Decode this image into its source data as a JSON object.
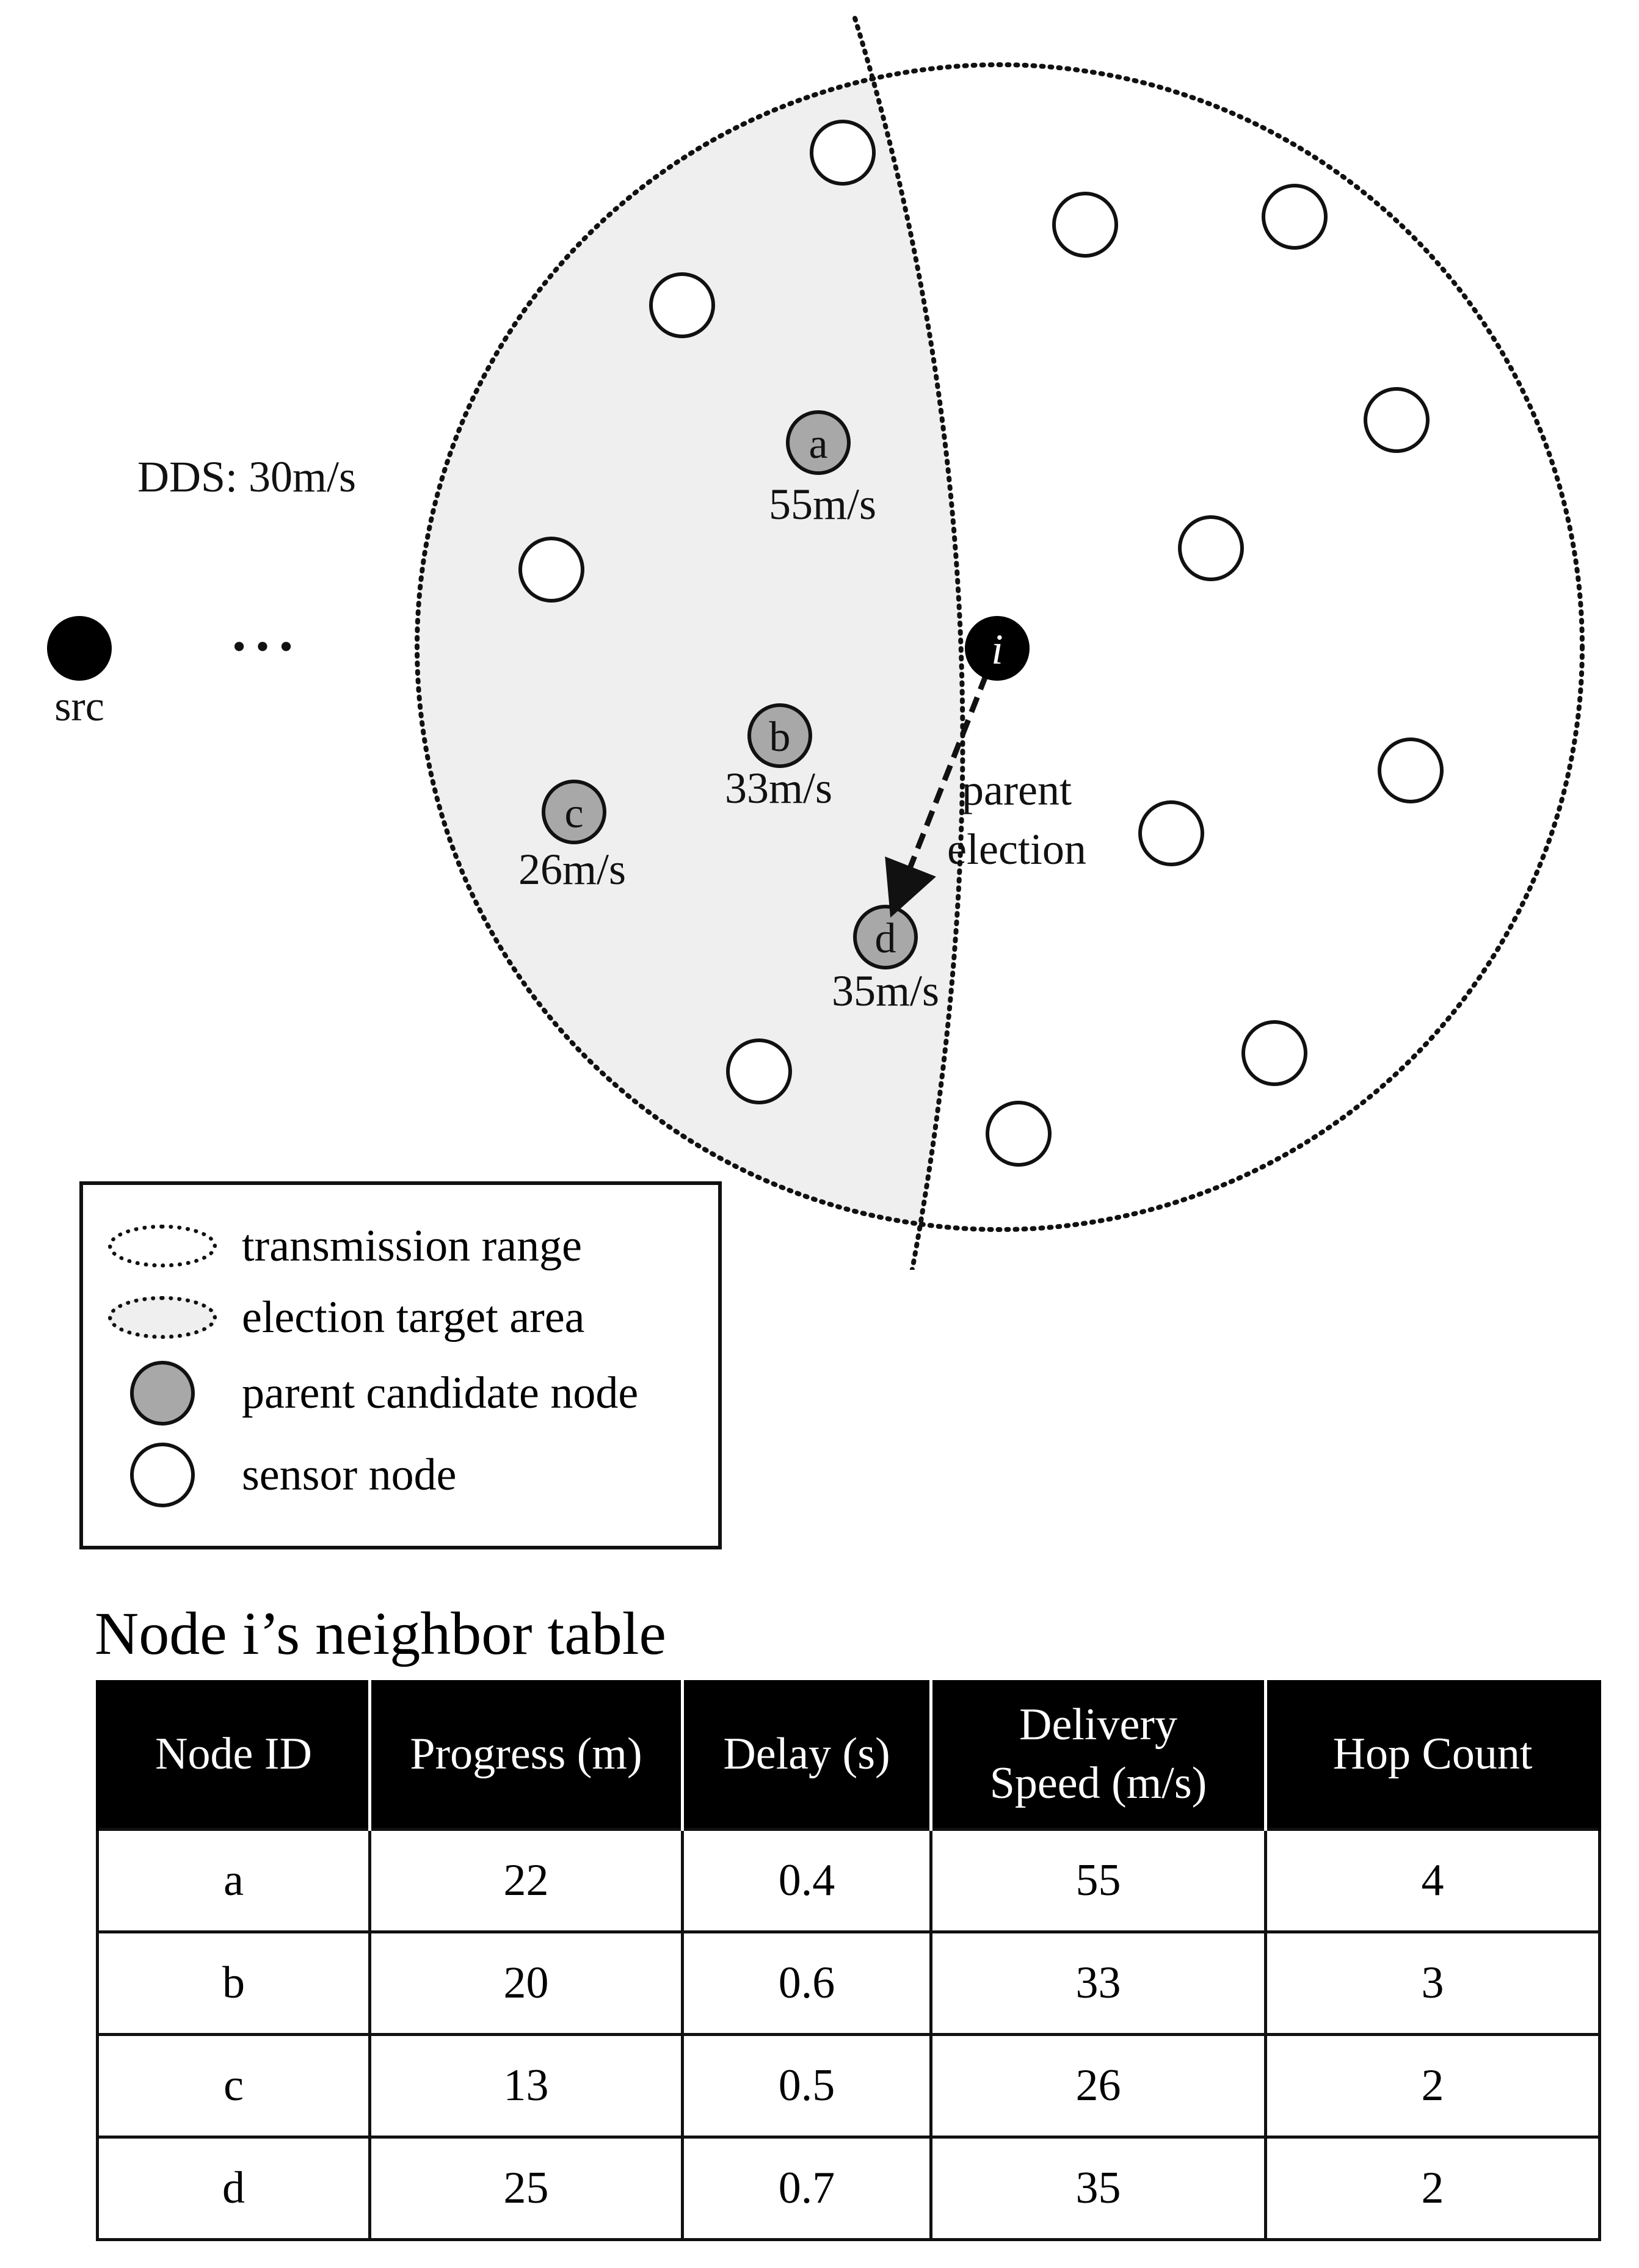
{
  "diagram": {
    "src_label": "src",
    "ellipsis": "• • •",
    "dds_label": "DDS: 30m/s",
    "current_node_label": "i",
    "arrow_label_line1": "parent",
    "arrow_label_line2": "election",
    "candidates": [
      {
        "id": "a",
        "speed": "55m/s"
      },
      {
        "id": "b",
        "speed": "33m/s"
      },
      {
        "id": "c",
        "speed": "26m/s"
      },
      {
        "id": "d",
        "speed": "35m/s"
      }
    ],
    "colors": {
      "candidate_fill": "#a8a8a8",
      "target_area_fill": "#efefef",
      "stroke": "#111111"
    }
  },
  "legend": {
    "items": [
      {
        "label": "transmission range",
        "icon": "dotted-ring-icon"
      },
      {
        "label": "election target area",
        "icon": "dotted-filled-ring-icon"
      },
      {
        "label": "parent candidate node",
        "icon": "gray-node-icon"
      },
      {
        "label": "sensor node",
        "icon": "white-node-icon"
      }
    ]
  },
  "table": {
    "title": "Node i’s neighbor table",
    "headers": [
      "Node ID",
      "Progress (m)",
      "Delay (s)",
      "Delivery\nSpeed (m/s)",
      "Hop Count"
    ],
    "rows": [
      [
        "a",
        "22",
        "0.4",
        "55",
        "4"
      ],
      [
        "b",
        "20",
        "0.6",
        "33",
        "3"
      ],
      [
        "c",
        "13",
        "0.5",
        "26",
        "2"
      ],
      [
        "d",
        "25",
        "0.7",
        "35",
        "2"
      ]
    ]
  }
}
